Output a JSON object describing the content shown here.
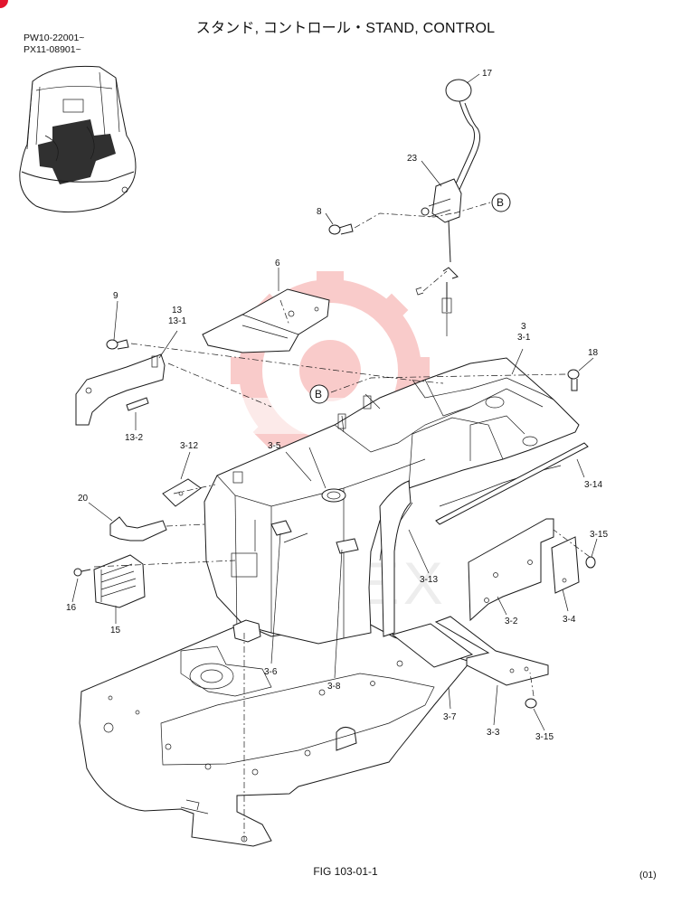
{
  "header": {
    "title": "スタンド, コントロール・STAND, CONTROL",
    "serials": [
      "PW10-22001~",
      "PX11-08901~"
    ]
  },
  "callouts": [
    "17",
    "23",
    "8",
    "B",
    "6",
    "9",
    "13",
    "13-1",
    "3",
    "3-1",
    "18",
    "B",
    "13-2",
    "3-12",
    "3-5",
    "3-14",
    "20",
    "3-15",
    "16",
    "15",
    "3-13",
    "3-2",
    "3-4",
    "3-6",
    "3-8",
    "3-7",
    "3-3",
    "3-15"
  ],
  "watermark": {
    "text": "ИНТЕХ",
    "color": "#e8352f"
  },
  "footer": {
    "figure": "FIG 103-01-1",
    "page": "(01)"
  }
}
